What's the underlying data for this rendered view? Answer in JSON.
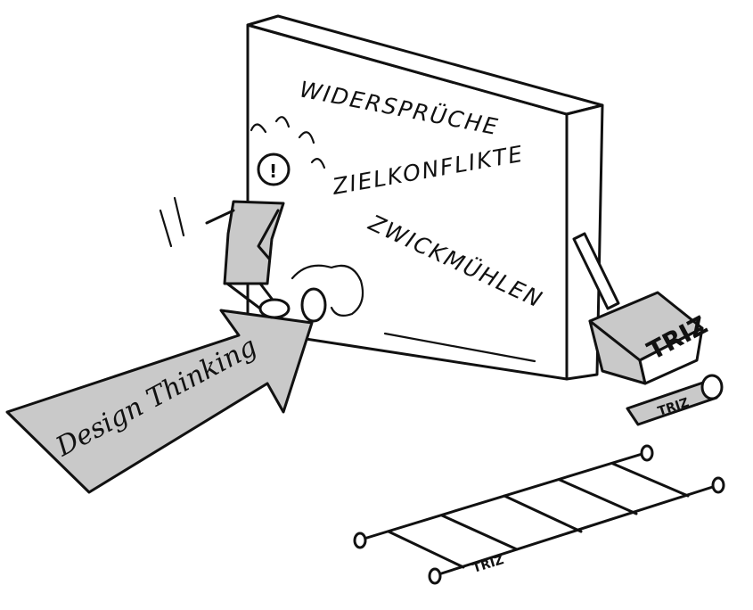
{
  "wall": {
    "line1": "WIDERSPRÜCHE",
    "line2": "ZIELKONFLIKTE",
    "line3": "ZWICKMÜHLEN"
  },
  "arrow": {
    "label": "Design Thinking"
  },
  "tools": {
    "hammer_label": "TRIZ",
    "tube_label": "TRIZ",
    "ladder_label": "TRIZ"
  },
  "figure": {
    "face_mark": "!"
  }
}
